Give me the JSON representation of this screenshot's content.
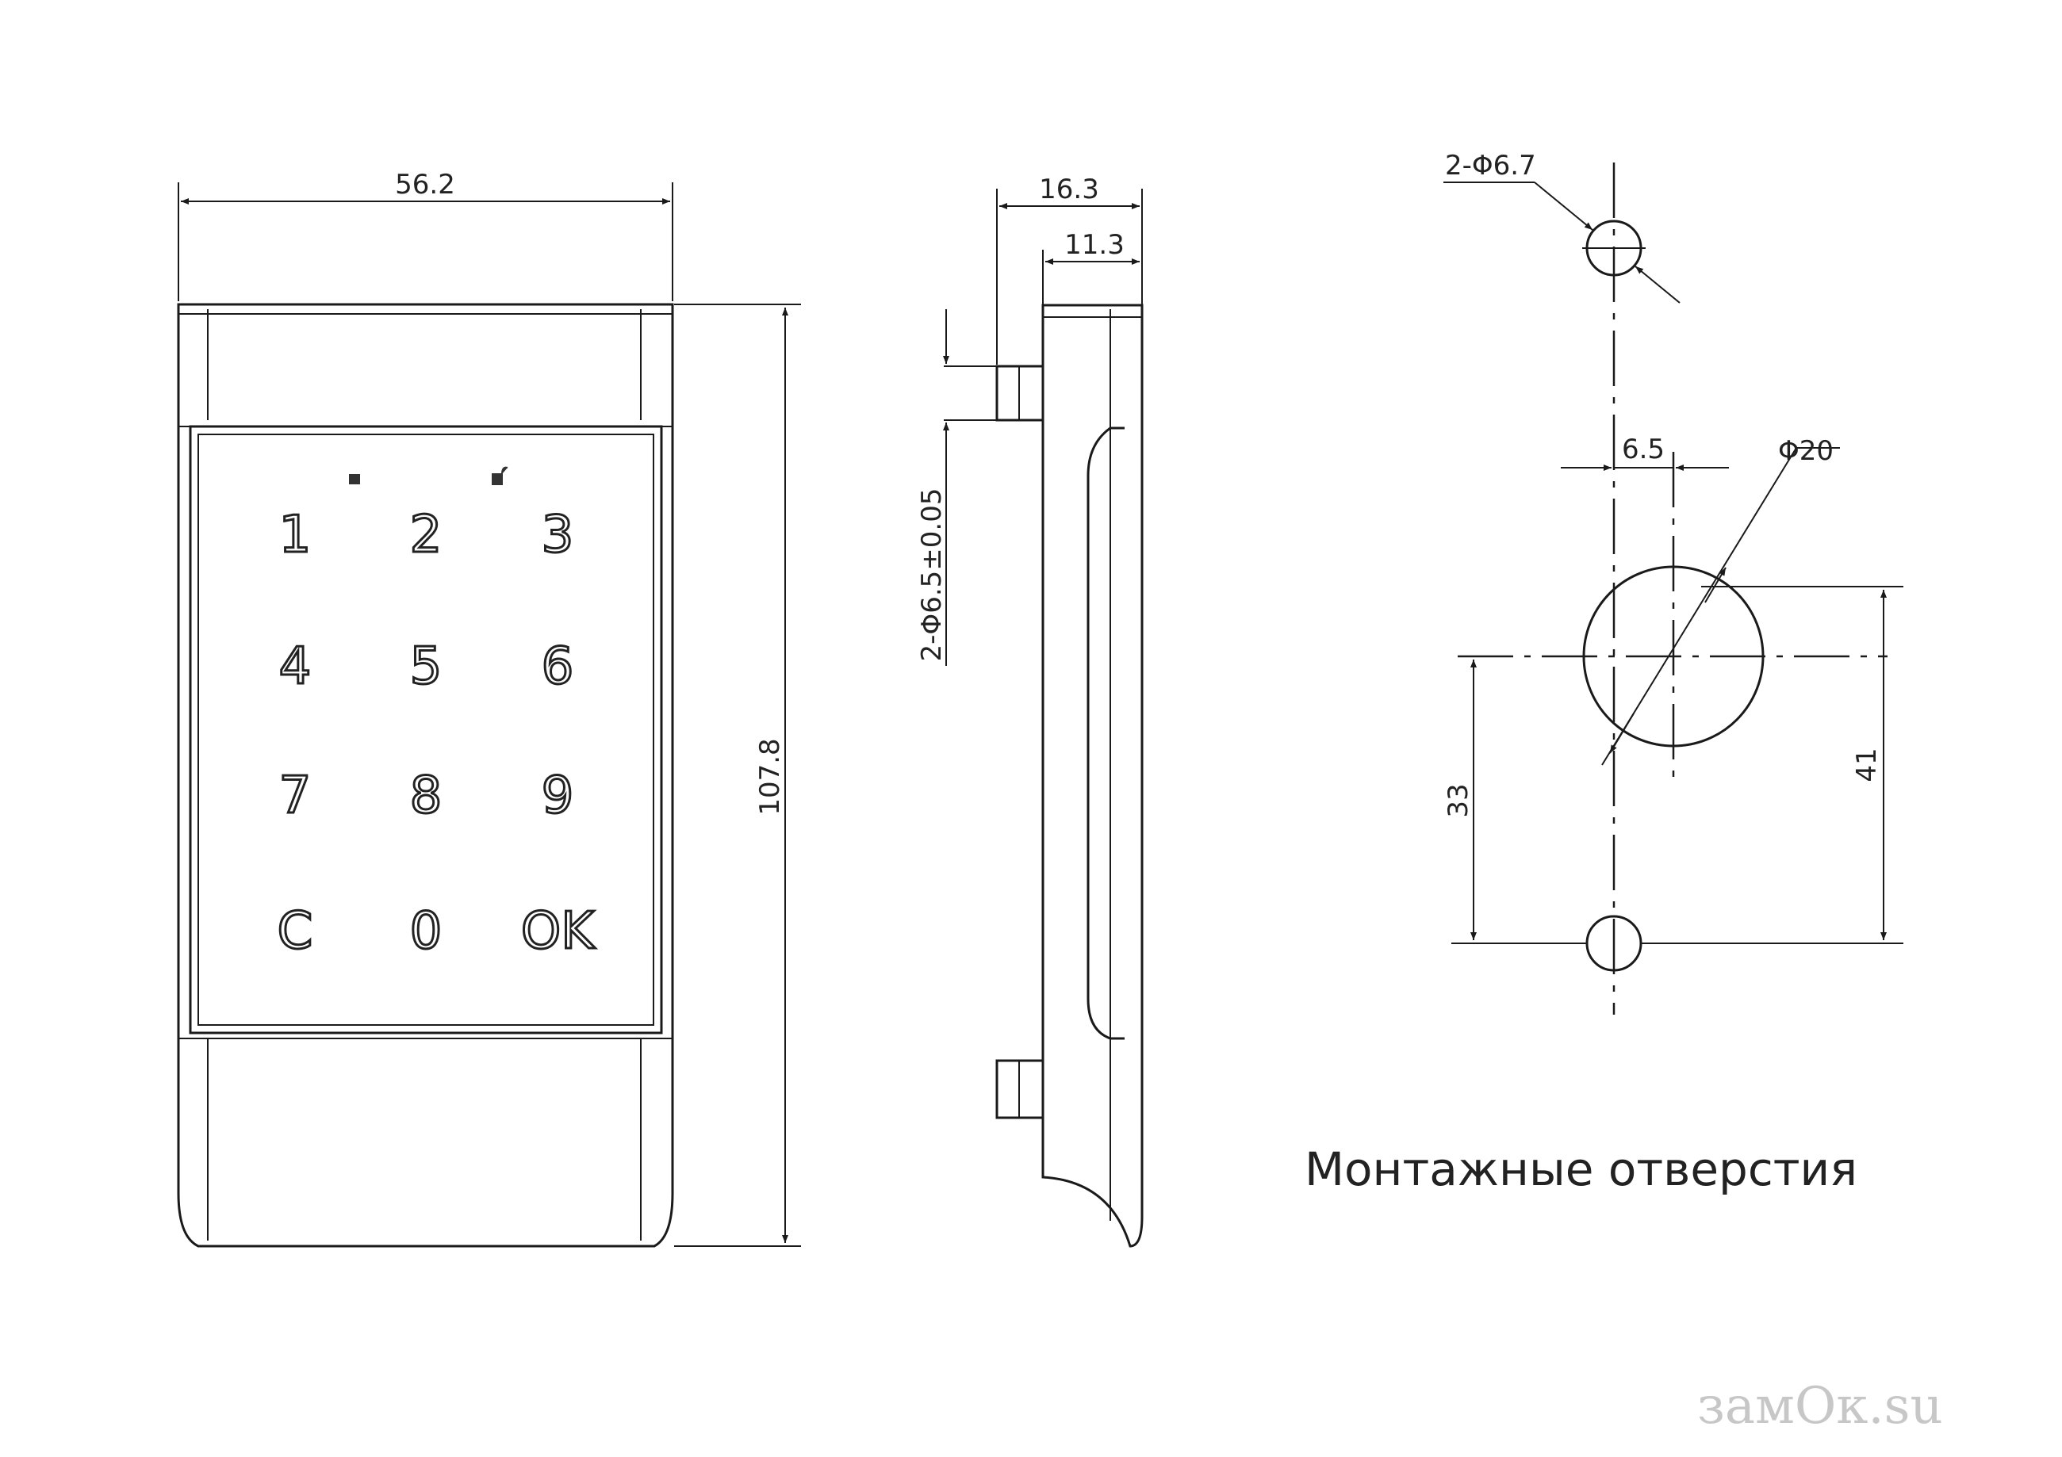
{
  "front_view": {
    "width_dim": "56.2",
    "height_dim": "107.8",
    "keys": [
      "1",
      "2",
      "3",
      "4",
      "5",
      "6",
      "7",
      "8",
      "9",
      "C",
      "0",
      "OK"
    ]
  },
  "side_view": {
    "depth_dim": "16.3",
    "inner_dim": "11.3",
    "pin_dim": "2-Φ6.5±0.05"
  },
  "holes_view": {
    "small_hole_dim": "2-Φ6.7",
    "offset_dim": "6.5",
    "big_hole_dim": "Φ20",
    "dist_a": "33",
    "dist_b": "41"
  },
  "caption": "Монтажные отверстия",
  "watermark": "замОк.su"
}
